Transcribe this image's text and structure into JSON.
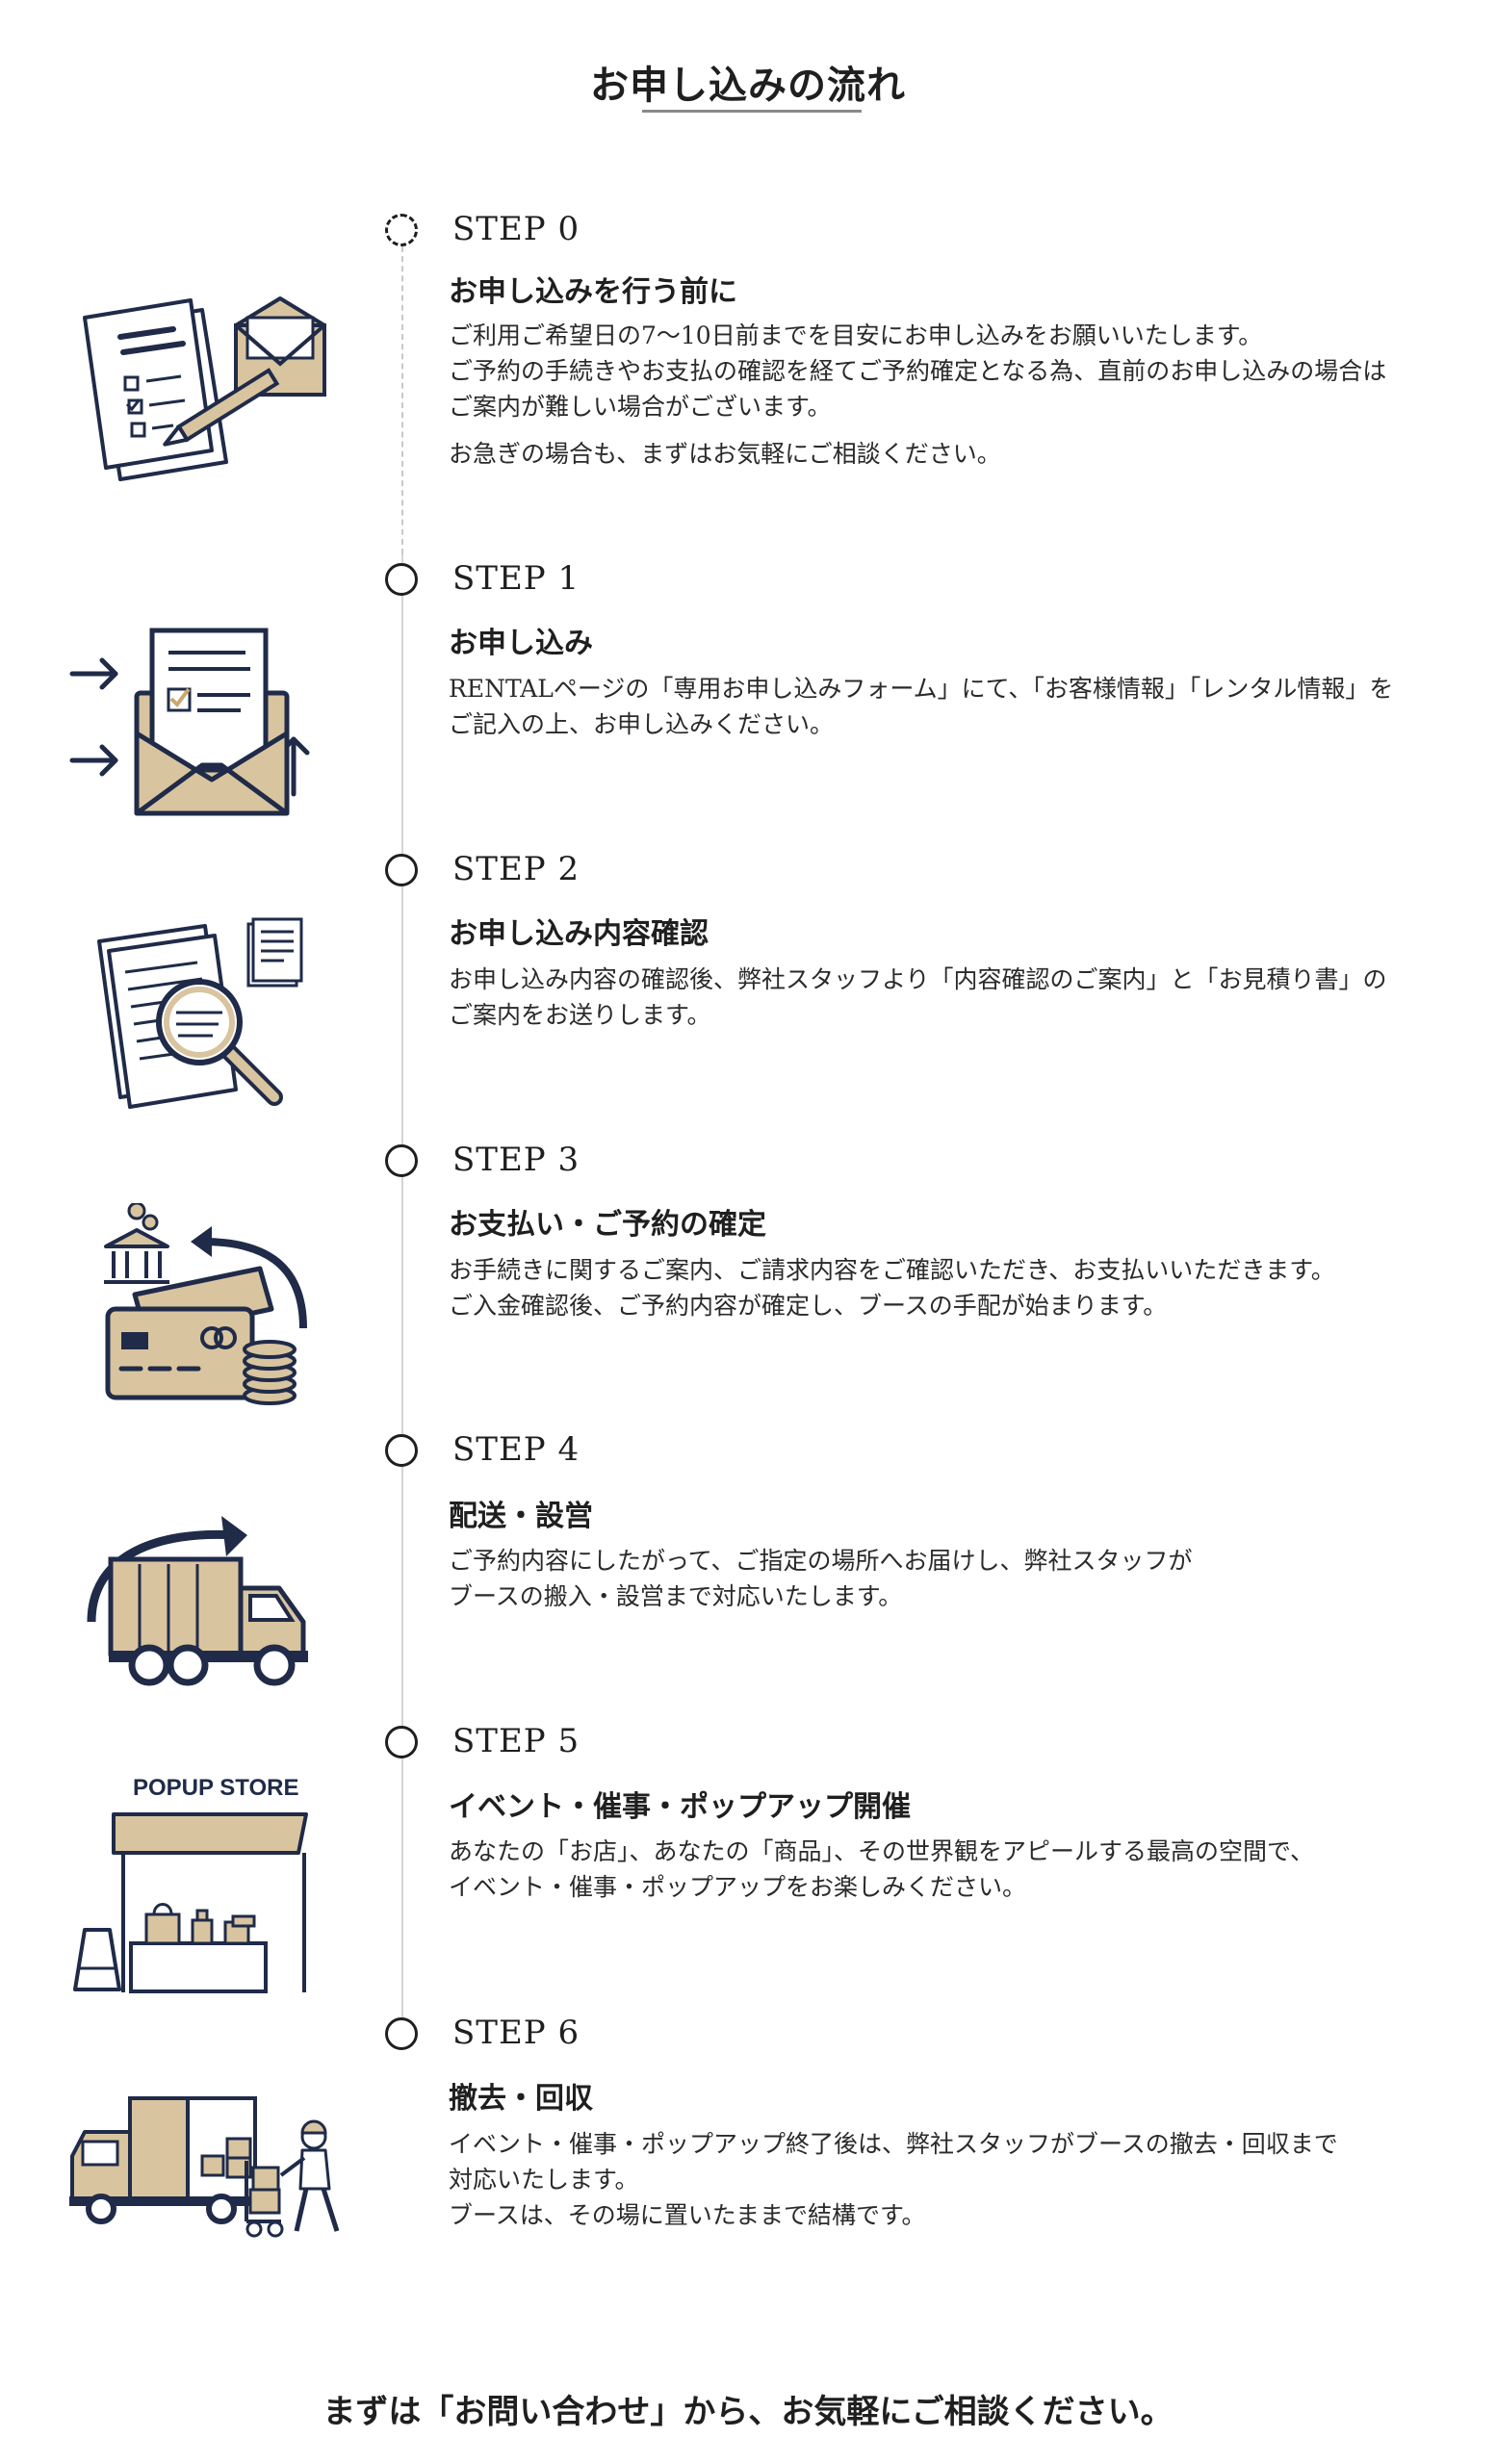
{
  "title": "お申し込みの流れ",
  "steps": [
    {
      "label": "STEP 0",
      "heading": "お申し込みを行う前に",
      "lines": [
        "ご利用ご希望日の7〜10日前までを目安にお申し込みをお願いいたします。",
        "ご予約の手続きやお支払の確認を経てご予約確定となる為、直前のお申し込みの場合は",
        "ご案内が難しい場合がございます。"
      ],
      "note": "お急ぎの場合も、まずはお気軽にご相談ください。",
      "icon": "documents-envelope-pen-icon"
    },
    {
      "label": "STEP 1",
      "heading": "お申し込み",
      "lines": [
        "RENTALページの「専用お申し込みフォーム」にて、「お客様情報」「レンタル情報」を",
        "ご記入の上、お申し込みください。"
      ],
      "icon": "mail-form-submit-icon"
    },
    {
      "label": "STEP 2",
      "heading": "お申し込み内容確認",
      "lines": [
        "お申し込み内容の確認後、弊社スタッフより「内容確認のご案内」と「お見積り書」の",
        "ご案内をお送りします。"
      ],
      "icon": "document-magnifier-icon"
    },
    {
      "label": "STEP 3",
      "heading": "お支払い・ご予約の確定",
      "lines": [
        "お手続きに関するご案内、ご請求内容をご確認いただき、お支払いいただきます。",
        "ご入金確認後、ご予約内容が確定し、ブースの手配が始まります。"
      ],
      "icon": "payment-card-bank-icon"
    },
    {
      "label": "STEP 4",
      "heading": "配送・設営",
      "lines": [
        "ご予約内容にしたがって、ご指定の場所へお届けし、弊社スタッフが",
        "ブースの搬入・設営まで対応いたします。"
      ],
      "icon": "delivery-truck-icon"
    },
    {
      "label": "STEP 5",
      "heading": "イベント・催事・ポップアップ開催",
      "lines": [
        "あなたの「お店」、あなたの「商品」、その世界観をアピールする最高の空間で、",
        "イベント・催事・ポップアップをお楽しみください。"
      ],
      "icon": "popup-store-icon",
      "icon_text": "POPUP STORE"
    },
    {
      "label": "STEP 6",
      "heading": "撤去・回収",
      "lines": [
        "イベント・催事・ポップアップ終了後は、弊社スタッフがブースの撤去・回収まで",
        "対応いたします。",
        "ブースは、その場に置いたままで結構です。"
      ],
      "icon": "truck-staff-cart-icon"
    }
  ],
  "cta": "まずは「お問い合わせ」から、お気軽にご相談ください。",
  "colors": {
    "navy": "#1f2b48",
    "tan": "#d9c4a0",
    "text": "#1f1f1f",
    "line": "#d4d4d4"
  }
}
